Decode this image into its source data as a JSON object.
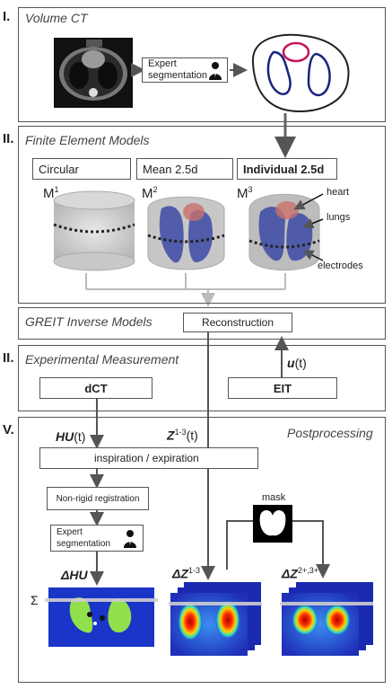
{
  "sections": {
    "s1": {
      "num": "I.",
      "title": "Volume CT"
    },
    "s2": {
      "num": "II.",
      "title": "Finite Element Models"
    },
    "s3": {
      "title": "GREIT Inverse Models"
    },
    "s4": {
      "num": "II.",
      "title": "Experimental Measurement"
    },
    "s5": {
      "num": "V.",
      "title": "Postprocessing"
    }
  },
  "expert_segmentation_top": {
    "line1": "Expert",
    "line2": "segmentation"
  },
  "fem": {
    "circular": "Circular",
    "mean": "Mean 2.5d",
    "individual": "Individual 2.5d",
    "m1": "M",
    "m1_sup": "1",
    "m2": "M",
    "m2_sup": "2",
    "m3": "M",
    "m3_sup": "3",
    "heart": "heart",
    "lungs": "lungs",
    "electrodes": "electrodes"
  },
  "reconstruction": "Reconstruction",
  "measurement": {
    "dct": "dCT",
    "eit": "EIT",
    "u_label": "u",
    "u_arg": "(t)"
  },
  "post": {
    "hu": "HU",
    "hu_arg": "(t)",
    "z": "Z",
    "z_sup": "1-3",
    "z_arg": "(t)",
    "insp_exp": "inspiration / expiration",
    "nonrigid": "Non-rigid registration",
    "expert_line1": "Expert",
    "expert_line2": "segmentation",
    "mask": "mask",
    "delta_hu": "ΔHU",
    "delta_z1": "ΔZ",
    "delta_z1_sup": "1-3",
    "delta_z2": "ΔZ",
    "delta_z2_sup": "2+,3+",
    "sigma": "Σ"
  },
  "colors": {
    "heart_outline": "#c2185b",
    "lungs_outline": "#1a237e",
    "arrow_dark": "#555555",
    "arrow_light": "#bbbbbb",
    "hu_bg": "#1a35c8",
    "hu_lung": "#8fe04a",
    "eit_bg": "#1f3bd0"
  },
  "icons": [
    "doctor-icon",
    "ct-scan-image",
    "segmentation-outline",
    "cylinder-mesh",
    "sine-wave-icon",
    "mask-image",
    "heatmap-image"
  ]
}
